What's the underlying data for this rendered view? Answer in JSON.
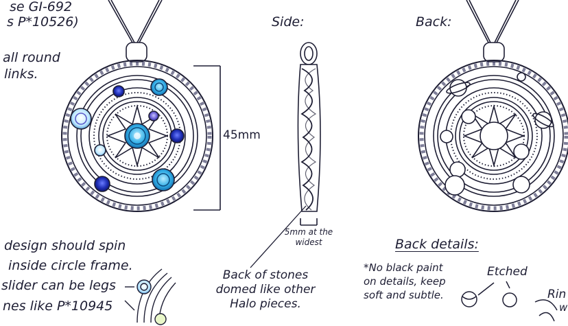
{
  "notes": {
    "top_left_line1": "se GI-692",
    "top_left_line2": "s P*10526)",
    "all_round_line1": "all round",
    "all_round_line2": "links.",
    "spin_line1": "design should spin",
    "spin_line2": "inside circle frame.",
    "slider_line1": "slider can be legs",
    "slider_line2": "nes like P*10945"
  },
  "views": {
    "side_label": "Side:",
    "back_label": "Back:"
  },
  "dimensions": {
    "height_label": "45mm",
    "width_line1": "5mm at the",
    "width_line2": "widest"
  },
  "side_note": {
    "line1": "Back of stones",
    "line2": "domed like other",
    "line3": "Halo pieces."
  },
  "back_details": {
    "heading": "Back details:",
    "note_line1": "*No black paint",
    "note_line2": "on details, keep",
    "note_line3": "soft and subtle.",
    "etched_label": "Etched",
    "ring_label_line1": "Rin",
    "ring_label_line2": "w"
  },
  "colors": {
    "ink": "#1d1d33",
    "stone_light": "#3fb3e6",
    "stone_dark": "#1a2aa8",
    "stone_violet": "#5a56c8"
  }
}
